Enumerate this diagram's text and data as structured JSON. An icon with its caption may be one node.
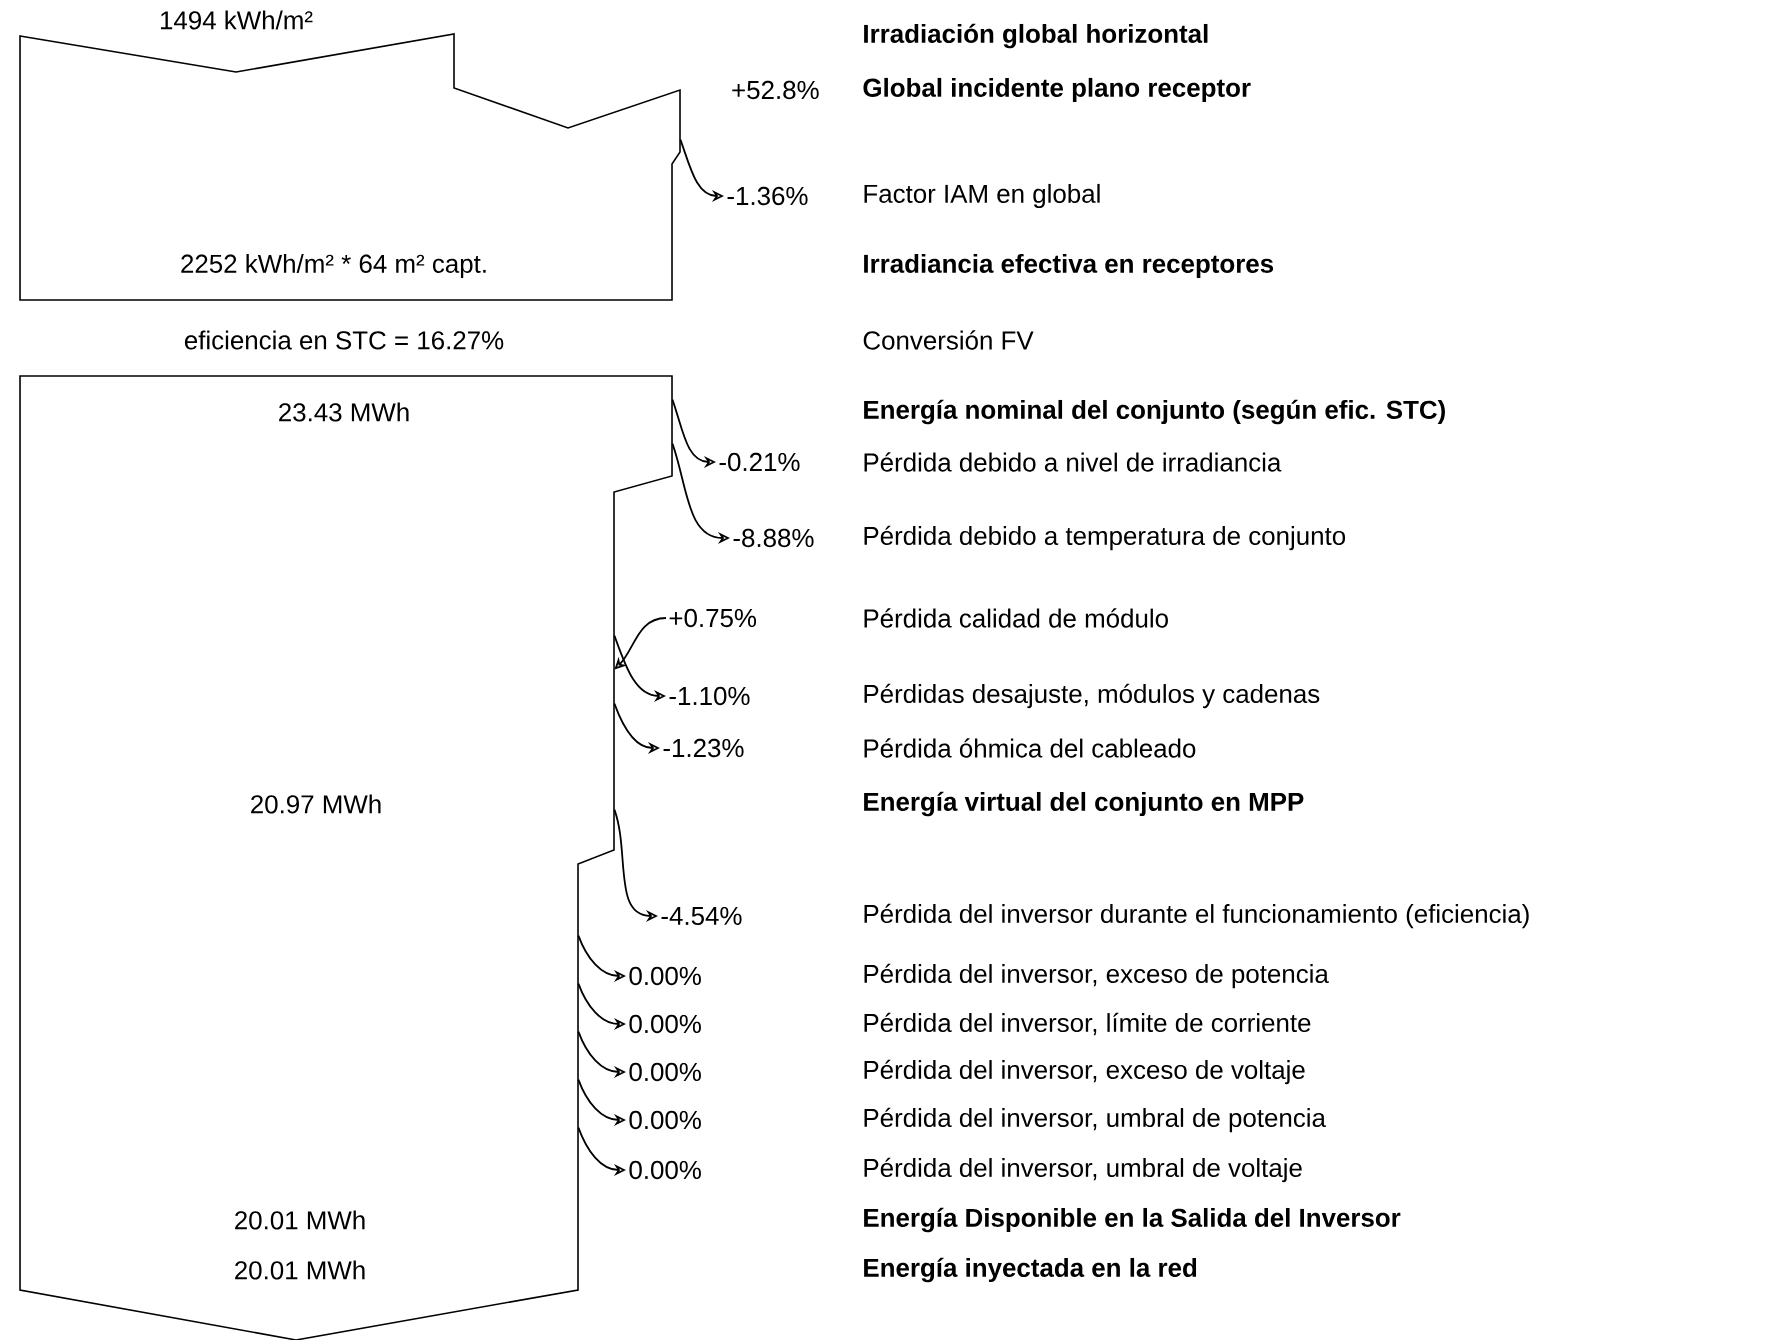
{
  "diagram": {
    "nodes": [
      {
        "text": [
          "1494 kWh/m²",
          "2252 kWh/m² * 64 m² capt."
        ]
      },
      {
        "text": [
          "23.43 MWh",
          "20.97 MWh",
          "20.01 MWh",
          "20.01 MWh"
        ]
      },
      {
        "text": [
          "-1.36%"
        ]
      },
      {
        "text": [
          "-0.21%"
        ]
      },
      {
        "text": [
          "-8.88%"
        ]
      },
      {
        "text": [
          "+0.75%"
        ]
      },
      {
        "text": [
          "-1.10%"
        ]
      },
      {
        "text": [
          "-1.23%"
        ]
      },
      {
        "text": [
          "-4.54%"
        ]
      },
      {
        "text": [
          "0.00%"
        ]
      },
      {
        "text": [
          "0.00%"
        ]
      },
      {
        "text": [
          "0.00%"
        ]
      },
      {
        "text": [
          "0.00%"
        ]
      },
      {
        "text": [
          "0.00%"
        ]
      }
    ],
    "edges": [
      {
        "from": 0,
        "to": 2,
        "arrow": "to"
      },
      {
        "from": 1,
        "to": 3,
        "arrow": "to"
      },
      {
        "from": 1,
        "to": 4,
        "arrow": "to"
      },
      {
        "from": 5,
        "to": 1,
        "arrow": "to"
      },
      {
        "from": 1,
        "to": 6,
        "arrow": "to"
      },
      {
        "from": 1,
        "to": 7,
        "arrow": "to"
      },
      {
        "from": 1,
        "to": 8,
        "arrow": "to"
      },
      {
        "from": 1,
        "to": 9,
        "arrow": "to"
      },
      {
        "from": 1,
        "to": 10,
        "arrow": "to"
      },
      {
        "from": 1,
        "to": 11,
        "arrow": "to"
      },
      {
        "from": 1,
        "to": 12,
        "arrow": "to"
      },
      {
        "from": 1,
        "to": 13,
        "arrow": "to"
      }
    ],
    "labels": [
      "Irradiación global horizontal",
      "+52.8%",
      "Global incidente plano receptor",
      "Factor IAM en global",
      "Irradiancia efectiva en receptores",
      "eficiencia en STC = 16.27%",
      "Conversión FV",
      "Energía nominal del conjunto (según efic. STC)",
      "Pérdida debido a nivel de irradiancia",
      "Pérdida debido a temperatura de conjunto",
      "Pérdida calidad de módulo",
      "Pérdidas desajuste, módulos y cadenas",
      "Pérdida óhmica del cableado",
      "Energía virtual del conjunto en MPP",
      "Pérdida del inversor durante el funcionamiento (eficiencia)",
      "Pérdida del inversor, exceso de potencia",
      "Pérdida del inversor, límite de corriente",
      "Pérdida del inversor, exceso de voltaje",
      "Pérdida del inversor, umbral de potencia",
      "Pérdida del inversor, umbral de voltaje",
      "Energía Disponible en la Salida del Inversor",
      "Energía inyectada en la red"
    ]
  }
}
